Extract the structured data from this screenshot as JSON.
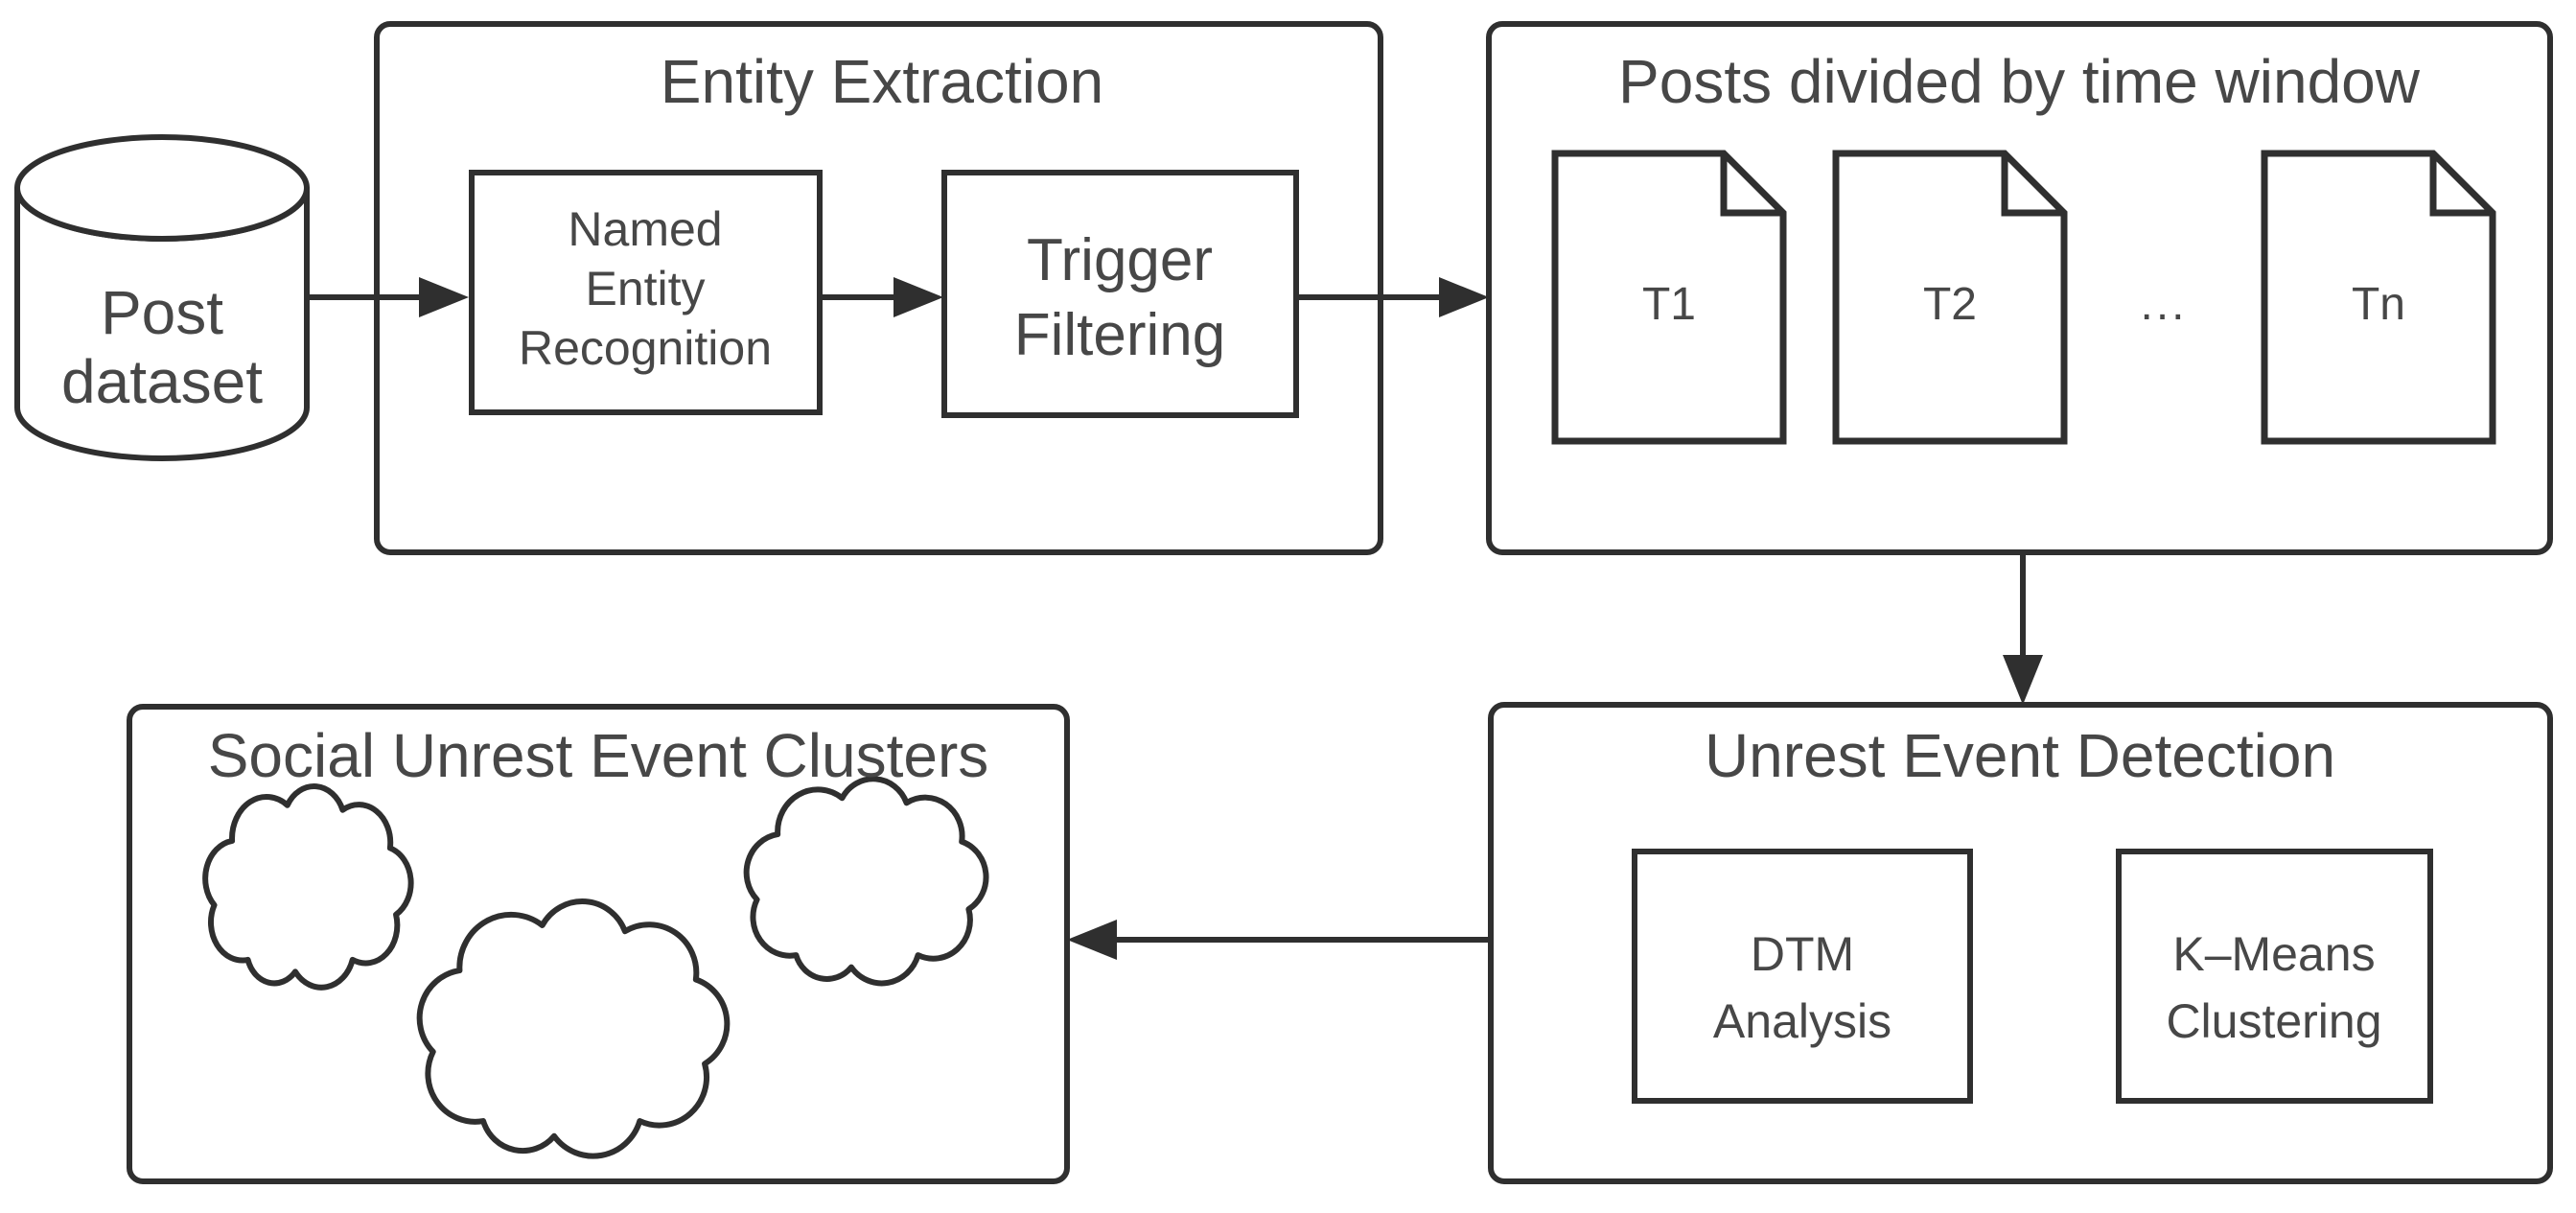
{
  "colors": {
    "background": "#ffffff",
    "stroke": "#2f2f2f",
    "text": "#474747"
  },
  "diagram": {
    "post_dataset": {
      "icon": "database-cylinder-icon",
      "label_lines": [
        "Post",
        "dataset"
      ]
    },
    "entity_extraction": {
      "title": "Entity Extraction",
      "named_entity_recognition": {
        "label_lines": [
          "Named",
          "Entity",
          "Recognition"
        ]
      },
      "trigger_filtering": {
        "label_lines": [
          "Trigger",
          "Filtering"
        ]
      }
    },
    "posts_by_time_window": {
      "title": "Posts divided by time window",
      "documents": [
        {
          "label": "T1"
        },
        {
          "label": "T2"
        },
        {
          "label": "Tn"
        }
      ],
      "ellipsis": "..."
    },
    "unrest_event_detection": {
      "title": "Unrest Event Detection",
      "dtm_analysis": {
        "label_lines": [
          "DTM",
          "Analysis"
        ]
      },
      "kmeans_clustering": {
        "label_lines": [
          "K–Means",
          "Clustering"
        ]
      }
    },
    "social_unrest_event_clusters": {
      "title": "Social Unrest Event Clusters",
      "clouds": 3
    }
  }
}
